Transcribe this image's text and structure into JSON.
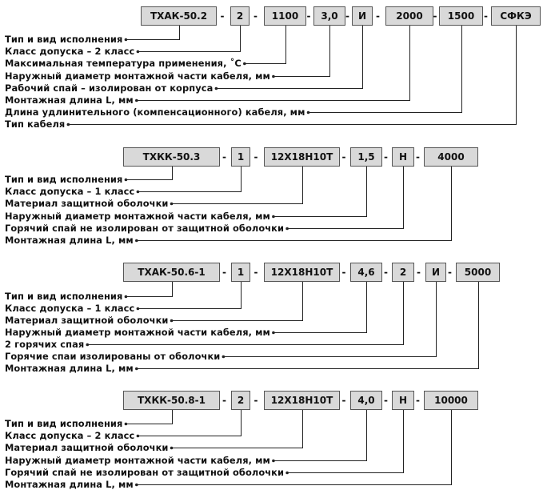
{
  "groups": [
    {
      "codes": [
        "ТХАК-50.2",
        "2",
        "1100",
        "3,0",
        "И",
        "2000",
        "1500",
        "СФКЭ"
      ],
      "labels": [
        "Тип и вид исполнения",
        "Класс допуска – 2 класс",
        "Максимальная температура применения, ˚С",
        "Наружный диаметр монтажной части кабеля, мм",
        "Рабочий спай – изолирован от корпуса",
        "Монтажная длина L, мм",
        "Длина удлинительного (компенсационного) кабеля, мм",
        "Тип кабеля"
      ]
    },
    {
      "codes": [
        "ТХКК-50.3",
        "1",
        "12Х18Н10Т",
        "1,5",
        "Н",
        "4000"
      ],
      "labels": [
        "Тип и вид исполнения",
        "Класс допуска – 1 класс",
        "Материал защитной оболочки",
        "Наружный диаметр монтажной части кабеля, мм",
        "Горячий спай не изолирован от защитной оболочки",
        "Монтажная длина L, мм"
      ]
    },
    {
      "codes": [
        "ТХАК-50.6-1",
        "1",
        "12Х18Н10Т",
        "4,6",
        "2",
        "И",
        "5000"
      ],
      "labels": [
        "Тип и вид исполнения",
        "Класс допуска – 1 класс",
        "Материал защитной оболочки",
        "Наружный диаметр монтажной части кабеля, мм",
        "2 горячих спая",
        "Горячие спаи изолированы от оболочки",
        "Монтажная длина L, мм"
      ]
    },
    {
      "codes": [
        "ТХКК-50.8-1",
        "2",
        "12Х18Н10Т",
        "4,0",
        "Н",
        "10000"
      ],
      "labels": [
        "Тип и вид исполнения",
        "Класс допуска – 2 класс",
        "Материал защитной оболочки",
        "Наружный диаметр монтажной части кабеля, мм",
        "Горячий спай не изолирован от защитной оболочки",
        "Монтажная длина L, мм"
      ]
    }
  ],
  "separator": "-"
}
